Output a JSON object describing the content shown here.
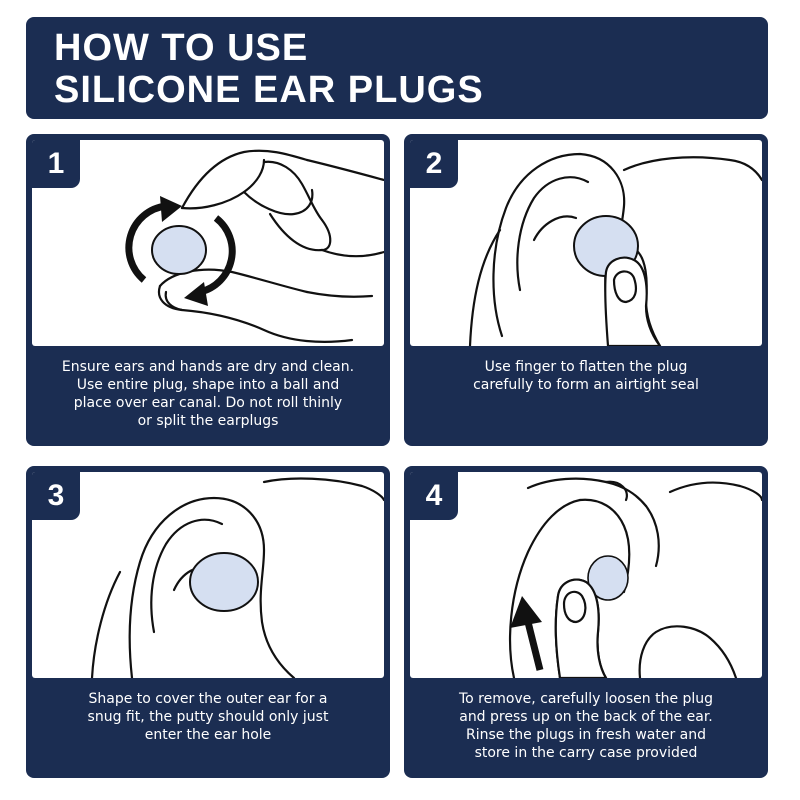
{
  "header": {
    "title_line1": "HOW TO USE",
    "title_line2": "SILICONE EAR PLUGS"
  },
  "colors": {
    "navy": "#1b2d52",
    "plug_blue": "#d5dff1",
    "ink": "#111111",
    "white": "#ffffff"
  },
  "steps": [
    {
      "number": "1",
      "illustration": "rolling-plug-between-fingers",
      "caption_lines": [
        "Ensure ears and hands are dry and clean.",
        "Use entire plug, shape into a ball and",
        "place over ear canal. Do not roll thinly",
        "or split the earplugs"
      ]
    },
    {
      "number": "2",
      "illustration": "finger-flattening-plug-on-ear",
      "caption_lines": [
        "Use finger to flatten the plug",
        "carefully to form an airtight seal"
      ]
    },
    {
      "number": "3",
      "illustration": "plug-covering-outer-ear",
      "caption_lines": [
        "Shape to cover the outer ear for a",
        "snug fit, the putty should only just",
        "enter the ear hole"
      ]
    },
    {
      "number": "4",
      "illustration": "pressing-up-back-of-ear",
      "caption_lines": [
        "To remove, carefully loosen the plug",
        "and press up on the back of the ear.",
        "Rinse the plugs in fresh water and",
        "store in the carry case provided"
      ]
    }
  ]
}
